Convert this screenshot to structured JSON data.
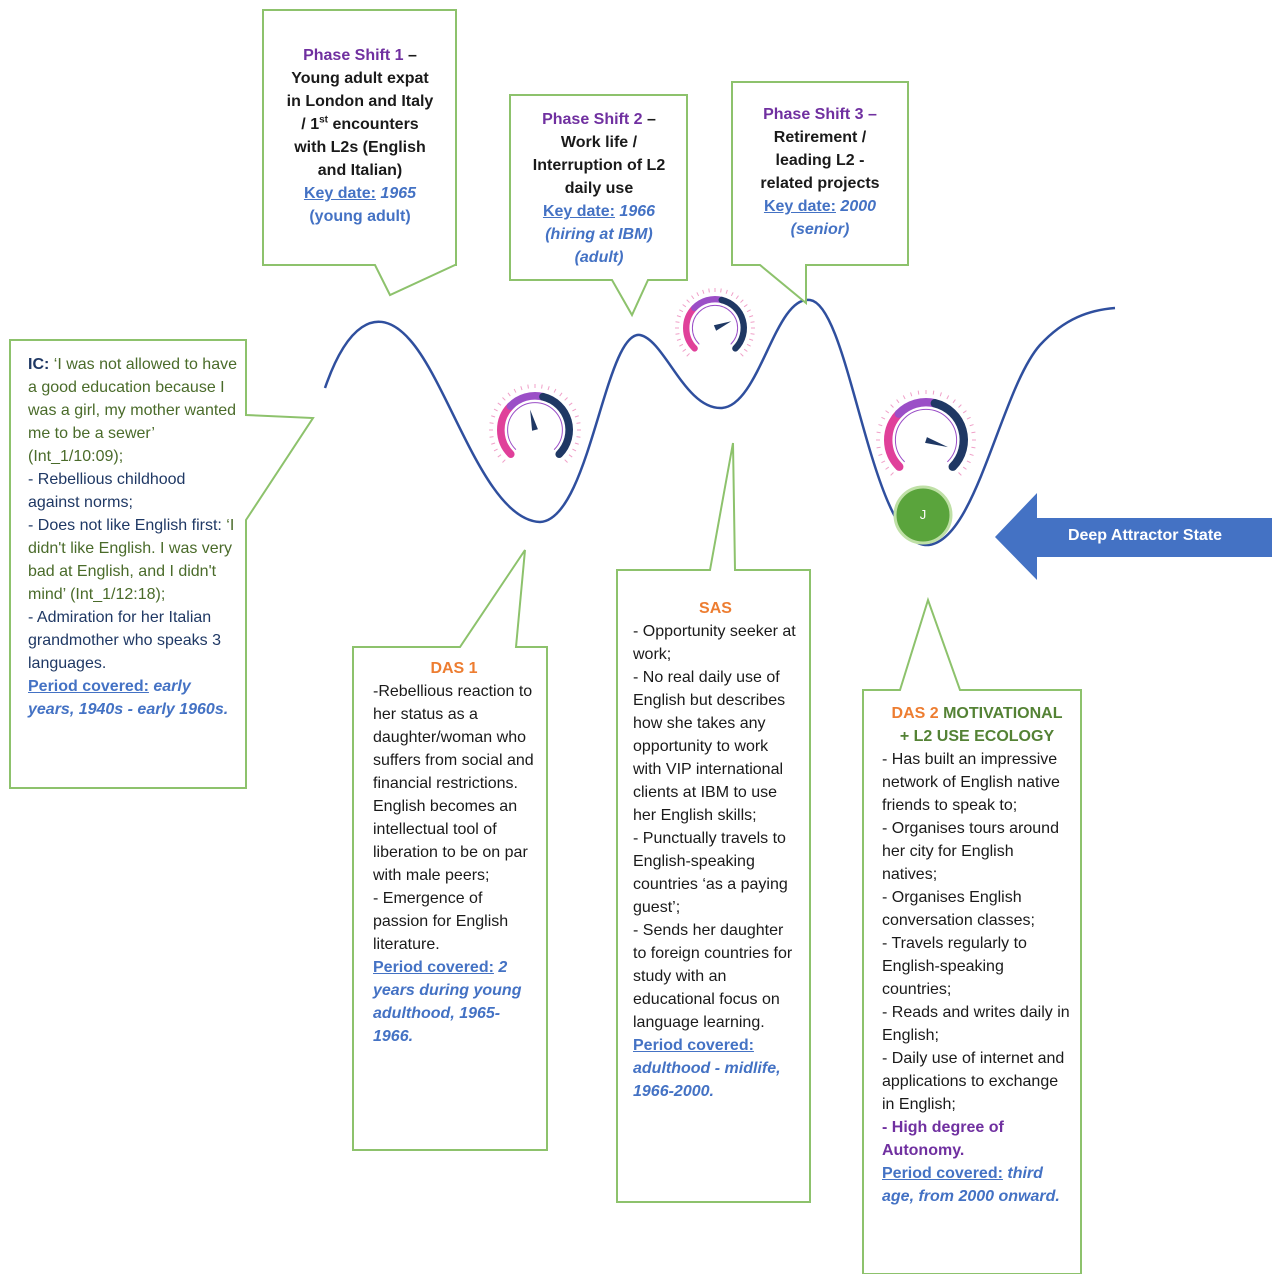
{
  "phase_shift_1": {
    "heading": "Phase Shift 1",
    "dash": " –",
    "lines": [
      "Young adult expat",
      "in London and Italy",
      "/ 1",
      "st",
      " encounters",
      "with L2s (English",
      "and Italian)"
    ],
    "key_label": "Key date:",
    "key_value": " 1965",
    "note": "(young adult)"
  },
  "phase_shift_2": {
    "heading": "Phase Shift 2",
    "dash": " –",
    "lines": [
      "Work life /",
      "Interruption of L2",
      "daily use"
    ],
    "key_label": "Key date:",
    "key_value": " 1966",
    "note_1": "(hiring at IBM)",
    "note_2": "(adult)"
  },
  "phase_shift_3": {
    "heading": "Phase Shift 3",
    "dash": " –",
    "lines": [
      "Retirement /",
      "leading L2 -",
      "related projects"
    ],
    "key_label": "Key date:",
    "key_value": " 2000",
    "note": "(senior)"
  },
  "ic": {
    "label": "IC:",
    "quote": " ‘I was not allowed to have a good education because I was a girl, my mother wanted me to be a sewer’ (Int_1/10:09);",
    "item_1": "- Rebellious childhood against norms;",
    "item_2_bold": "- Does not like English first:",
    "item_2_quote": " ‘I didn't like English. I was very bad at English, and I didn't mind’ (Int_1/12:18);",
    "item_3": "- Admiration for her Italian grandmother who speaks 3 languages.",
    "period_label": "Period covered:",
    "period_value": " early years, 1940s - early 1960s."
  },
  "das1": {
    "title": "DAS 1",
    "text_1": "-Rebellious reaction to her status as a daughter/woman who suffers from social and financial restrictions. English becomes an intellectual tool of liberation to be on par with male peers;",
    "text_2": "- Emergence of passion for English literature.",
    "period_label": "Period covered:",
    "period_value": "  2 years during young adulthood, 1965-1966."
  },
  "sas": {
    "title": "SAS",
    "items": [
      "- Opportunity seeker at work;",
      "- No real daily use of English but describes how she takes any opportunity to work with VIP international clients at IBM to use her English skills;",
      "- Punctually travels to English-speaking countries ‘as a paying guest’;",
      "- Sends her daughter to foreign countries for study with an educational focus on language learning."
    ],
    "period_label": "Period covered:",
    "period_value": "adulthood - midlife, 1966-2000."
  },
  "das2": {
    "title_a": "DAS 2",
    "title_b": " MOTIVATIONAL",
    "title_c": "+ L2 USE ECOLOGY",
    "items": [
      "- Has built an impressive network of English native friends to speak to;",
      "- Organises tours around her city for English natives;",
      "- Organises English conversation classes;",
      "- Travels regularly to English-speaking countries;",
      "- Reads and writes daily in English;",
      "- Daily use of internet and applications to exchange in English;"
    ],
    "autonomy_dash": "- ",
    "autonomy": "High degree of Autonomy.",
    "period_label": "Period covered:",
    "period_value": " third age, from 2000 onward."
  },
  "attractor": {
    "arrow_label": "Deep Attractor State",
    "ball_label": "J"
  },
  "colors": {
    "box_border": "#8dc26c",
    "curve": "#2f4f9e",
    "arrow": "#4472c4",
    "gauge_pink": "#e0409a",
    "gauge_purple": "#9b4fc7",
    "gauge_navy": "#1f3864",
    "ball": "#5aa43c"
  },
  "gauges": [
    {
      "name": "das1-gauge",
      "level": 0.45
    },
    {
      "name": "sas-gauge",
      "level": 0.75
    },
    {
      "name": "das2-gauge",
      "level": 0.9
    }
  ]
}
